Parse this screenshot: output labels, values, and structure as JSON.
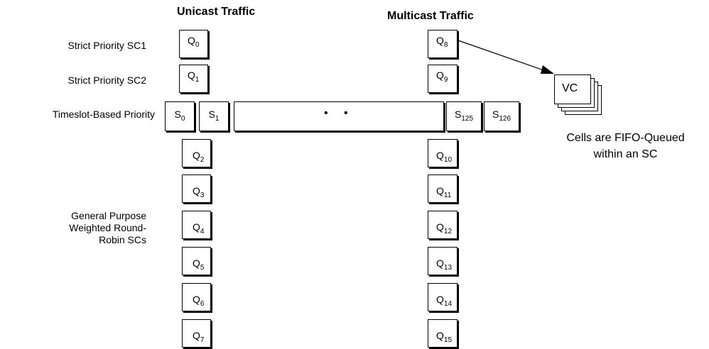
{
  "headings": {
    "unicast": "Unicast Traffic",
    "multicast": "Multicast Traffic"
  },
  "row_labels": {
    "sc1": "Strict Priority SC1",
    "sc2": "Strict Priority SC2",
    "timeslot": "Timeslot-Based Priority",
    "wrr_lines": [
      "General Purpose",
      "Weighted Round-",
      "Robin SCs"
    ]
  },
  "unicast_queues": {
    "strict": [
      {
        "letter": "Q",
        "sub": "0"
      },
      {
        "letter": "Q",
        "sub": "1"
      }
    ],
    "wrr": [
      {
        "letter": "Q",
        "sub": "2"
      },
      {
        "letter": "Q",
        "sub": "3"
      },
      {
        "letter": "Q",
        "sub": "4"
      },
      {
        "letter": "Q",
        "sub": "5"
      },
      {
        "letter": "Q",
        "sub": "6"
      },
      {
        "letter": "Q",
        "sub": "7"
      }
    ]
  },
  "multicast_queues": {
    "strict": [
      {
        "letter": "Q",
        "sub": "8"
      },
      {
        "letter": "Q",
        "sub": "9"
      }
    ],
    "wrr": [
      {
        "letter": "Q",
        "sub": "10"
      },
      {
        "letter": "Q",
        "sub": "11"
      },
      {
        "letter": "Q",
        "sub": "12"
      },
      {
        "letter": "Q",
        "sub": "13"
      },
      {
        "letter": "Q",
        "sub": "14"
      },
      {
        "letter": "Q",
        "sub": "15"
      }
    ]
  },
  "timeslots": {
    "left": [
      {
        "letter": "S",
        "sub": "0"
      },
      {
        "letter": "S",
        "sub": "1"
      }
    ],
    "ellipsis": "• •",
    "right": [
      {
        "letter": "S",
        "sub": "125"
      },
      {
        "letter": "S",
        "sub": "126"
      }
    ]
  },
  "vc_stack": {
    "label": "VC",
    "note_lines": [
      "Cells are FIFO-Queued",
      "within an SC"
    ]
  }
}
